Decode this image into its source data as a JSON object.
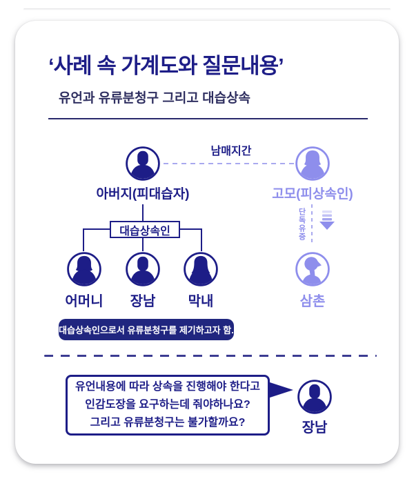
{
  "header": {
    "title": "‘사례 속 가계도와 질문내용’",
    "subtitle": "유언과 유류분청구 그리고 대습상속"
  },
  "tree": {
    "sibling_relation_label": "남매지간",
    "father_label": "아버지(피대습자)",
    "aunt_label": "고모(피상속인)",
    "sole_bequest_label": "단독유증",
    "substitute_heir_box_label": "대습상속인",
    "mother_label": "어머니",
    "eldest_son_label": "장남",
    "youngest_label": "막내",
    "uncle_label": "삼촌",
    "note": "대습상속인으로서 유류분청구를 제기하고자 함."
  },
  "question": {
    "bubble_lines": [
      "유언내용에 따라 상속을 진행해야 한다고",
      "인감도장을 요구하는데 줘야하나요?",
      "그리고 유류분청구는 불가할까요?"
    ],
    "speaker_label": "장남"
  },
  "colors": {
    "navy": "#1d1d87",
    "periwinkle": "#8e8eec",
    "note_badge_bg": "#20267f",
    "divider_dash": "#3c3c92"
  }
}
